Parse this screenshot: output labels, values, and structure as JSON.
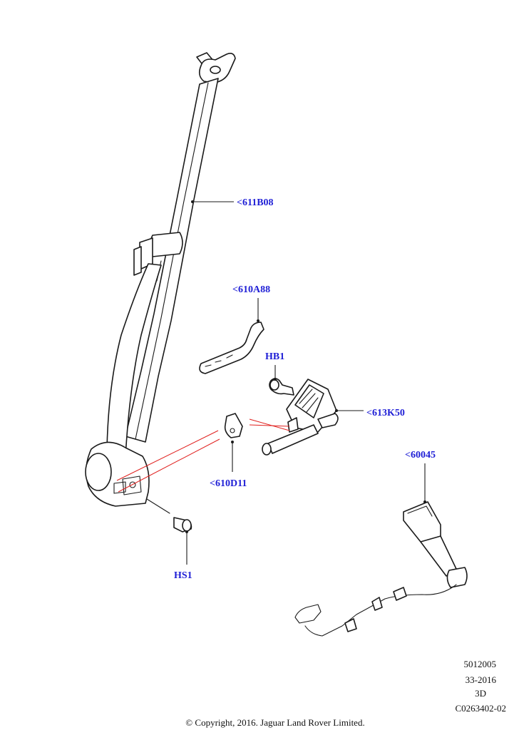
{
  "callouts": {
    "belt": "<611B08",
    "trim": "<610A88",
    "bolt_upper": "HB1",
    "height_adjuster": "<613K50",
    "guide": "<610D11",
    "bolt_lower": "HS1",
    "buckle": "<60045"
  },
  "callout_color": "#1f1fd6",
  "leader_color": "#1a1a1a",
  "highlight_color": "#e0201e",
  "meta": {
    "ref": "5012005",
    "date": "33-2016",
    "view": "3D",
    "drawing": "C0263402-02",
    "copyright": "© Copyright, 2016. Jaguar Land Rover Limited."
  }
}
